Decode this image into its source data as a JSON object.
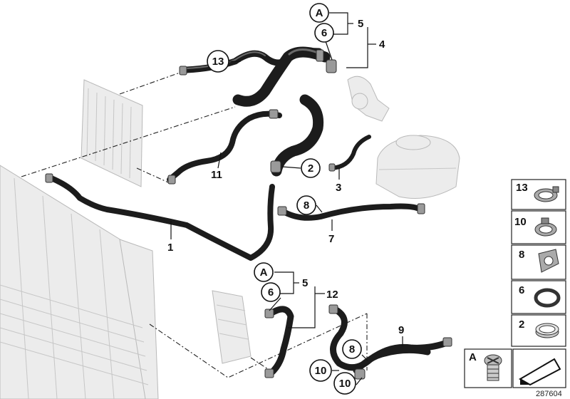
{
  "diagram": {
    "labels": {
      "p1": "1",
      "p2": "2",
      "p3": "3",
      "p4": "4",
      "p5_top": "5",
      "p5_bottom": "5",
      "p6_top": "6",
      "p6_bottom": "6",
      "p7": "7",
      "p8_mid": "8",
      "p8_low": "8",
      "p9": "9",
      "p10_a": "10",
      "p10_b": "10",
      "p11": "11",
      "p12": "12",
      "p13": "13",
      "A_top": "A",
      "A_bottom": "A"
    },
    "legend": {
      "items": [
        "13",
        "10",
        "8",
        "6",
        "2"
      ],
      "bottom_item": "A"
    },
    "reference_number": "287604"
  }
}
